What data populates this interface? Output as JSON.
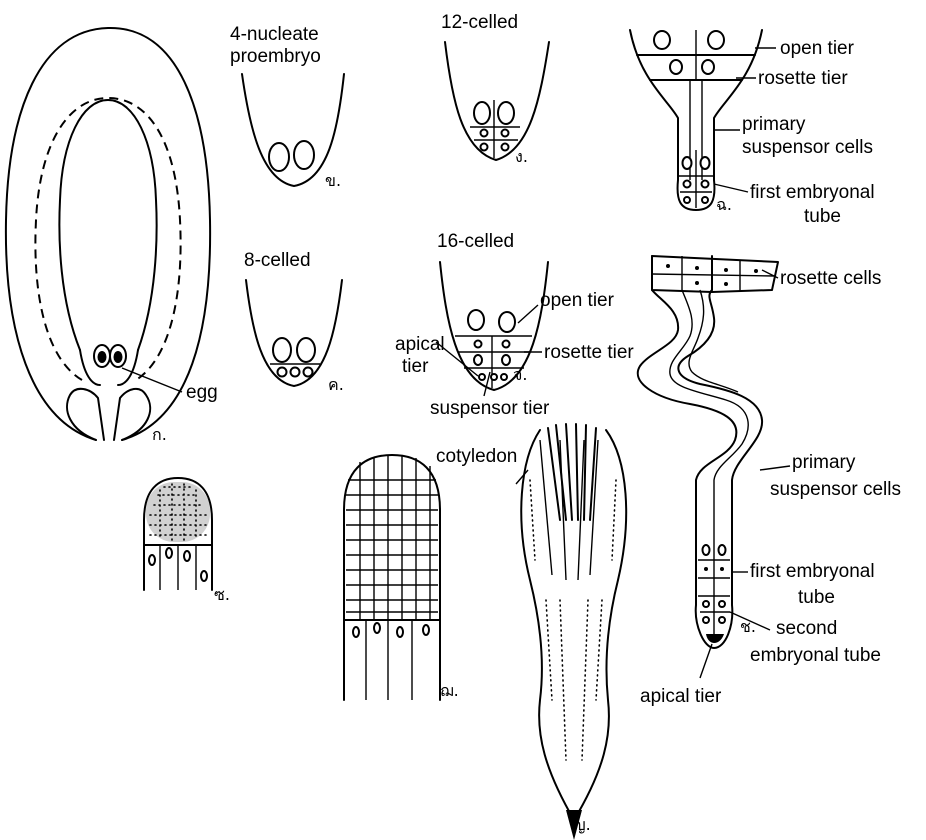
{
  "labels": {
    "four_nucleate_line1": "4-nucleate",
    "four_nucleate_line2": "proembryo",
    "twelve_celled": "12-celled",
    "eight_celled": "8-celled",
    "sixteen_celled": "16-celled",
    "egg": "egg",
    "open_tier_a": "open tier",
    "rosette_tier_a": "rosette tier",
    "primary_suspensor_a_line1": "primary",
    "primary_suspensor_a_line2": "suspensor cells",
    "first_embryonal_a_line1": "first embryonal",
    "first_embryonal_a_line2": "tube",
    "open_tier_b": "open tier",
    "apical_tier_b_line1": "apical",
    "apical_tier_b_line2": "tier",
    "rosette_tier_b": "rosette tier",
    "suspensor_tier": "suspensor tier",
    "rosette_cells": "rosette cells",
    "cotyledon": "cotyledon",
    "primary_suspensor_b_line1": "primary",
    "primary_suspensor_b_line2": "suspensor cells",
    "first_embryonal_b_line1": "first embryonal",
    "first_embryonal_b_line2": "tube",
    "second_embryonal_line1": "second",
    "second_embryonal_line2": "embryonal tube",
    "apical_tier_c": "apical tier"
  },
  "panel_letters": {
    "ko": "ก.",
    "kho": "ข.",
    "kho_khwai": "ค.",
    "ngo": "ง.",
    "cho": "จ.",
    "chho": "ฉ.",
    "cho_chang": "ช.",
    "so": "ซ.",
    "cho_choe": "ฌ.",
    "yo": "ญ."
  }
}
